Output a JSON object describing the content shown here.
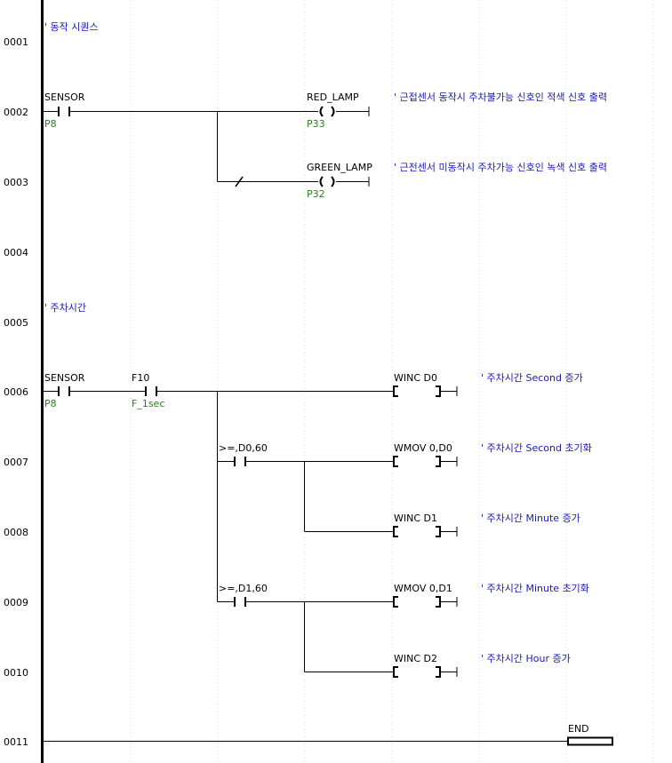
{
  "rows": [
    {
      "number": "0001"
    },
    {
      "number": "0002"
    },
    {
      "number": "0003"
    },
    {
      "number": "0004"
    },
    {
      "number": "0005"
    },
    {
      "number": "0006"
    },
    {
      "number": "0007"
    },
    {
      "number": "0008"
    },
    {
      "number": "0009"
    },
    {
      "number": "0010"
    },
    {
      "number": "0011"
    }
  ],
  "comments": {
    "r1": "' 동작 시퀀스",
    "r2": "' 근접센서 동작시 주차불가능 신호인 적색 신호 출력",
    "r3": "' 근전센서 미동작시 주차가능 신호인 녹색 신호 출력",
    "r5": "' 주차시간",
    "r6": "' 주차시간 Second 증가",
    "r7": "' 주차시간 Second 초기화",
    "r8": "' 주차시간 Minute 증가",
    "r9": "' 주차시간 Minute 초기화",
    "r10": "' 주차시간 Hour 증가"
  },
  "contacts": {
    "r2_sensor": {
      "name": "SENSOR",
      "addr": "P8"
    },
    "r6_sensor": {
      "name": "SENSOR",
      "addr": "P8"
    },
    "r6_f10": {
      "name": "F10",
      "addr": "F_1sec"
    },
    "r7_cmp": {
      "name": ">=,D0,60"
    },
    "r9_cmp": {
      "name": ">=,D1,60"
    }
  },
  "coils": {
    "r2_red": {
      "name": "RED_LAMP",
      "addr": "P33"
    },
    "r3_green": {
      "name": "GREEN_LAMP",
      "addr": "P32"
    }
  },
  "functions": {
    "r6": "WINC D0",
    "r7": "WMOV 0,D0",
    "r8": "WINC D1",
    "r9": "WMOV 0,D1",
    "r10": "WINC D2",
    "r11": "END"
  }
}
